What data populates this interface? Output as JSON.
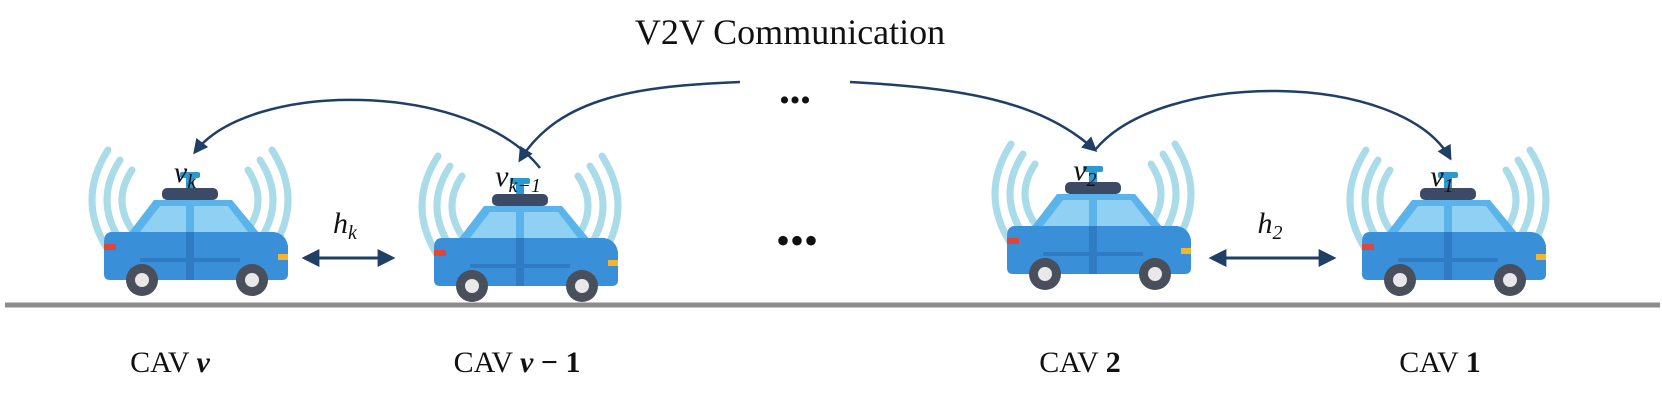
{
  "title": "V2V Communication",
  "ellipsis_top": "•••",
  "ellipsis_middle": "•••",
  "colors": {
    "arrow": "#1f3f66",
    "road": "#8c8c8c",
    "car_body": "#3a8fd9",
    "car_roof": "#5bb3ec",
    "car_window": "#8fd0f3",
    "wheel": "#4a4f5c",
    "signal": "#a9dbe8",
    "sensor": "#2a9ad1"
  },
  "vehicles": [
    {
      "id": "cav-v",
      "label_prefix": "CAV",
      "label_var": "v",
      "label_op": "",
      "label_num": "",
      "speed_base": "v",
      "speed_sub": "k"
    },
    {
      "id": "cav-v-minus-1",
      "label_prefix": "CAV",
      "label_var": "v",
      "label_op": "−",
      "label_num": "1",
      "speed_base": "v",
      "speed_sub": "k−1"
    },
    {
      "id": "cav-2",
      "label_prefix": "CAV",
      "label_var": "",
      "label_op": "",
      "label_num": "2",
      "speed_base": "v",
      "speed_sub": "2"
    },
    {
      "id": "cav-1",
      "label_prefix": "CAV",
      "label_var": "",
      "label_op": "",
      "label_num": "1",
      "speed_base": "v",
      "speed_sub": "1"
    }
  ],
  "headways": [
    {
      "base": "h",
      "sub": "k"
    },
    {
      "base": "h",
      "sub": "2"
    }
  ]
}
